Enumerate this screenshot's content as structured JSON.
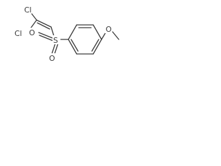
{
  "molecule": {
    "atoms": {
      "cl_upper": "Cl",
      "cl_lower": "Cl",
      "sulfur": "S",
      "oxygen_upper": "O",
      "oxygen_lower": "O",
      "oxygen_methoxy": "O"
    }
  }
}
